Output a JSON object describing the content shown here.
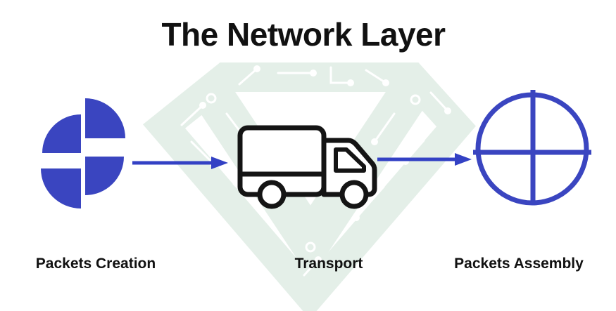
{
  "title": "The Network Layer",
  "stages": [
    {
      "label": "Packets Creation",
      "icon": "packet-pieces-icon"
    },
    {
      "label": "Transport",
      "icon": "delivery-truck-icon"
    },
    {
      "label": "Packets Assembly",
      "icon": "assembled-packet-icon"
    }
  ],
  "arrows": [
    {
      "name": "arrow-right",
      "direction": "right"
    },
    {
      "name": "arrow-right",
      "direction": "right"
    }
  ],
  "colors": {
    "accent_blue": "#3a45c0",
    "arrow_blue": "#3341c4",
    "ink": "#111111",
    "truck_black": "#141414",
    "watermark_green": "#e4efe8",
    "bg": "#ffffff"
  }
}
